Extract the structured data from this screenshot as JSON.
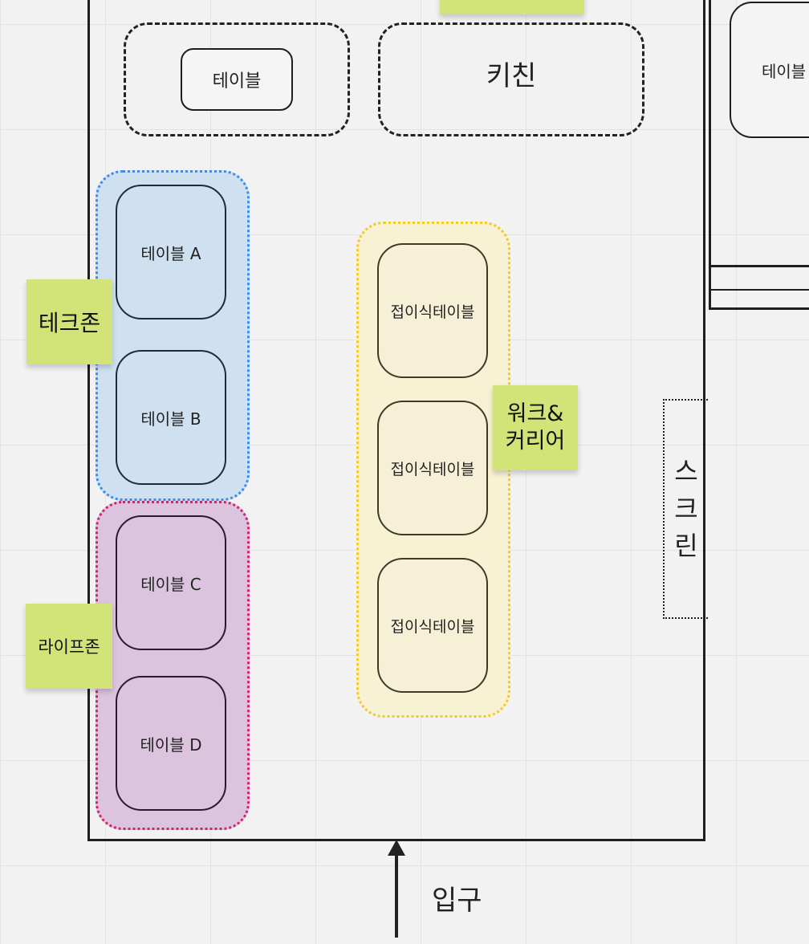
{
  "top_table": "테이블",
  "kitchen": "키친",
  "side_table": "테이블",
  "tech_zone": {
    "label": "테크존",
    "tables": [
      "테이블 A",
      "테이블 B"
    ]
  },
  "life_zone": {
    "label": "라이프존",
    "tables": [
      "테이블 C",
      "테이블 D"
    ]
  },
  "work_zone": {
    "label": "워크&\n커리어",
    "tables": [
      "접이식테이블",
      "접이식테이블",
      "접이식테이블"
    ]
  },
  "screen": [
    "스",
    "크",
    "린"
  ],
  "entrance": "입구",
  "colors": {
    "tech_zone_fill": "#cfe0f0",
    "tech_zone_border": "#3d8bef",
    "life_zone_fill": "#dcc4df",
    "life_zone_border": "#d0246b",
    "work_zone_fill": "#f7f2d4",
    "work_zone_border": "#f2c831",
    "sticky_note": "#d2e378"
  }
}
